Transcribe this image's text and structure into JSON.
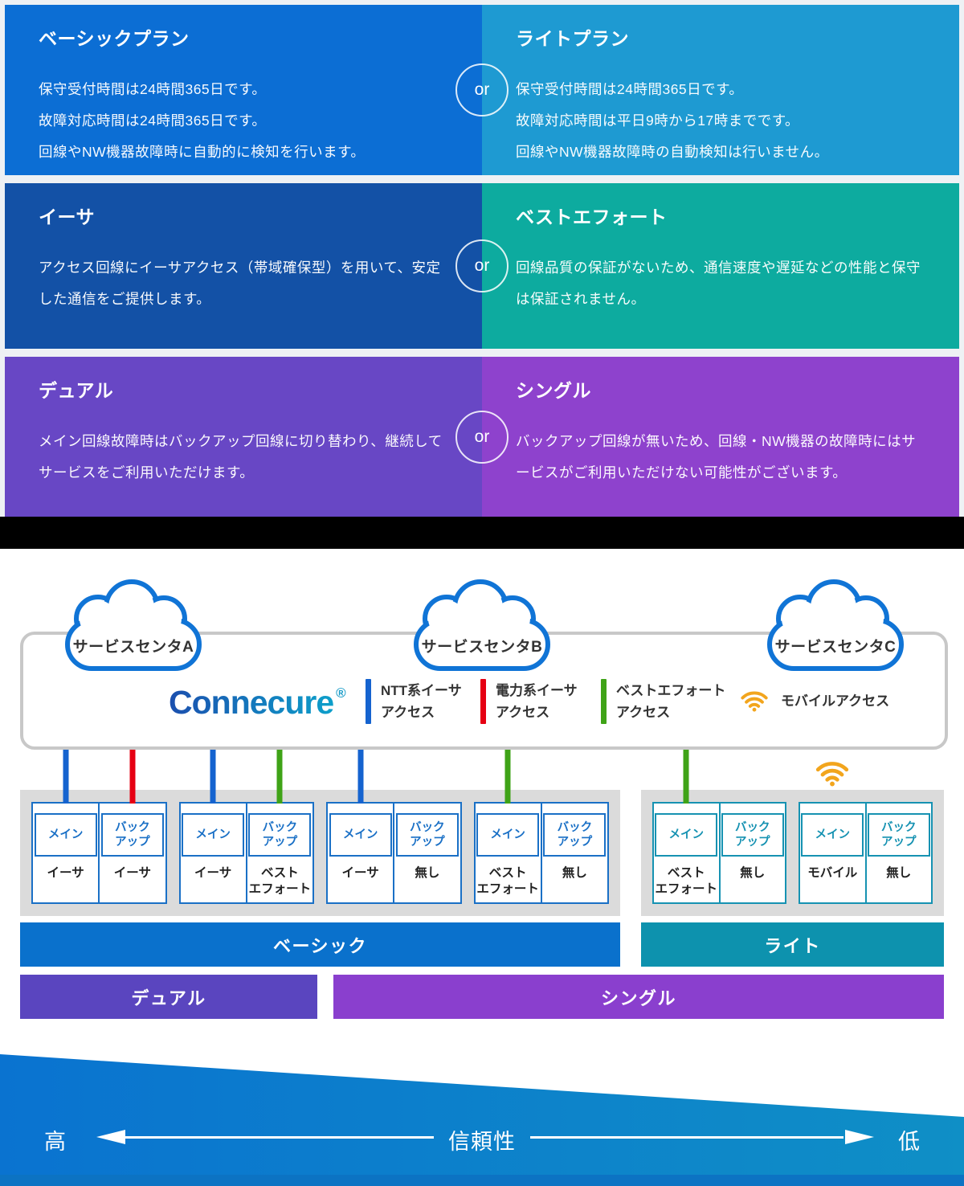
{
  "plans": {
    "or_label": "or",
    "rows": [
      {
        "left": {
          "bg": "#0c6ed4",
          "title": "ベーシックプラン",
          "lines": [
            "保守受付時間は24時間365日です。",
            "故障対応時間は24時間365日です。",
            "回線やNW機器故障時に自動的に検知を行います。"
          ]
        },
        "right": {
          "bg": "#1e9ad2",
          "title": "ライトプラン",
          "lines": [
            "保守受付時間は24時間365日です。",
            "故障対応時間は平日9時から17時までです。",
            "回線やNW機器故障時の自動検知は行いません。"
          ]
        }
      },
      {
        "left": {
          "bg": "#1351a6",
          "title": "イーサ",
          "lines": [
            "アクセス回線にイーサアクセス（帯域確保型）を用いて、安定した通信をご提供します。"
          ]
        },
        "right": {
          "bg": "#0dab9f",
          "title": "ベストエフォート",
          "lines": [
            "回線品質の保証がないため、通信速度や遅延などの性能と保守は保証されません。"
          ]
        }
      },
      {
        "left": {
          "bg": "#6847c5",
          "title": "デュアル",
          "lines": [
            "メイン回線故障時はバックアップ回線に切り替わり、継続してサービスをご利用いただけます。"
          ]
        },
        "right": {
          "bg": "#8e42cd",
          "title": "シングル",
          "lines": [
            "バックアップ回線が無いため、回線・NW機器の故障時にはサービスがご利用いただけない可能性がございます。"
          ]
        }
      }
    ]
  },
  "diagram": {
    "cloud_color": "#1074d6",
    "wifi_color": "#f2a51d",
    "clouds": [
      {
        "label": "サービスセンタA"
      },
      {
        "label": "サービスセンタB"
      },
      {
        "label": "サービスセンタC"
      }
    ],
    "logo": {
      "text": "Connecure",
      "reg": "®",
      "color_start": "#1b4fae",
      "color_end": "#0d9fca"
    },
    "legend": [
      {
        "color": "#1563cf",
        "line1": "NTT系イーサ",
        "line2": "アクセス"
      },
      {
        "color": "#e60013",
        "line1": "電力系イーサ",
        "line2": "アクセス"
      },
      {
        "color": "#3fa317",
        "line1": "ベストエフォート",
        "line2": "アクセス"
      },
      {
        "color": "#f2a51d",
        "line1": "モバイルアクセス",
        "line2": ""
      }
    ],
    "box_labels": {
      "main": "メイン",
      "backup": "バック\nアップ"
    },
    "groups": [
      {
        "label": "ベーシック",
        "bar_color": "#0a71cc",
        "accent": "#1a70c6",
        "pairs": [
          {
            "main_sub": "イーサ",
            "main_line": "#1563cf",
            "backup_sub": "イーサ",
            "backup_line": "#e60013"
          },
          {
            "main_sub": "イーサ",
            "main_line": "#1563cf",
            "backup_sub": "ベスト\nエフォート",
            "backup_line": "#3fa317"
          },
          {
            "main_sub": "イーサ",
            "main_line": "#1563cf",
            "backup_sub": "無し",
            "backup_line": ""
          },
          {
            "main_sub": "ベスト\nエフォート",
            "main_line": "#3fa317",
            "backup_sub": "無し",
            "backup_line": ""
          }
        ]
      },
      {
        "label": "ライト",
        "bar_color": "#0d92ae",
        "accent": "#1692b2",
        "pairs": [
          {
            "main_sub": "ベスト\nエフォート",
            "main_line": "#3fa317",
            "backup_sub": "無し",
            "backup_line": ""
          },
          {
            "main_sub": "モバイル",
            "main_line": "wifi",
            "backup_sub": "無し",
            "backup_line": ""
          }
        ]
      }
    ],
    "duality": [
      {
        "label": "デュアル",
        "color": "#5a45bf"
      },
      {
        "label": "シングル",
        "color": "#8a3fce"
      }
    ],
    "reliability": {
      "center": "信頼性",
      "high": "高",
      "low": "低",
      "grad_left": "#0a73d0",
      "grad_right": "#0f8fc6"
    }
  }
}
